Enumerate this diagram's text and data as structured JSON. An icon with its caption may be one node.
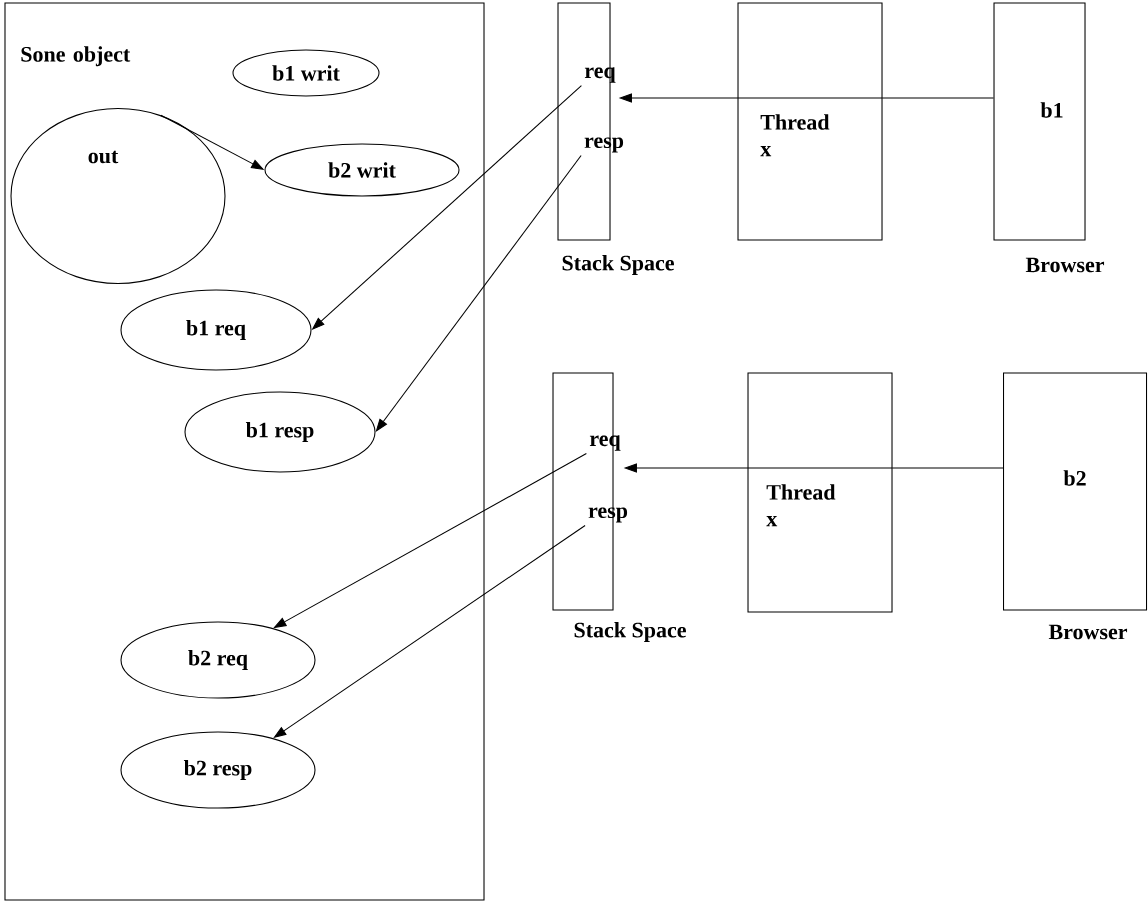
{
  "diagram": {
    "nodes": [
      {
        "text": [
          "Sone object"
        ]
      },
      {
        "text": [
          "b1 writ"
        ],
        "in": 0
      },
      {
        "text": [
          "out"
        ],
        "in": 0
      },
      {
        "text": [
          "b2 writ"
        ],
        "in": 0
      },
      {
        "text": [
          "b1 req"
        ],
        "in": 0
      },
      {
        "text": [
          "b1 resp"
        ],
        "in": 0
      },
      {
        "text": [
          "b2 req"
        ],
        "in": 0
      },
      {
        "text": [
          "b2 resp"
        ],
        "in": 0
      },
      {
        "text": [],
        "shape": "box",
        "beside": [
          "Stack Space"
        ]
      },
      {
        "text": [
          "req"
        ],
        "in": 8
      },
      {
        "text": [
          "resp"
        ],
        "in": 8
      },
      {
        "text": [
          "Thread x"
        ]
      },
      {
        "text": [
          "b1"
        ],
        "beside": [
          "Browser"
        ]
      },
      {
        "text": [],
        "shape": "box",
        "beside": [
          "Stack Space"
        ]
      },
      {
        "text": [
          "req"
        ],
        "in": 13
      },
      {
        "text": [
          "resp"
        ],
        "in": 13
      },
      {
        "text": [
          "Thread x"
        ]
      },
      {
        "text": [
          "b2"
        ],
        "beside": [
          "Browser"
        ]
      }
    ],
    "edges": [
      {
        "from": 2,
        "to": 3,
        "arrow": "to"
      },
      {
        "from": 12,
        "to": 11,
        "arrow": "none"
      },
      {
        "from": 11,
        "to": 9,
        "arrow": "to"
      },
      {
        "from": 9,
        "to": 4,
        "arrow": "to"
      },
      {
        "from": 10,
        "to": 5,
        "arrow": "to"
      },
      {
        "from": 17,
        "to": 16,
        "arrow": "none"
      },
      {
        "from": 16,
        "to": 14,
        "arrow": "to"
      },
      {
        "from": 14,
        "to": 6,
        "arrow": "to"
      },
      {
        "from": 15,
        "to": 7,
        "arrow": "to"
      }
    ]
  }
}
